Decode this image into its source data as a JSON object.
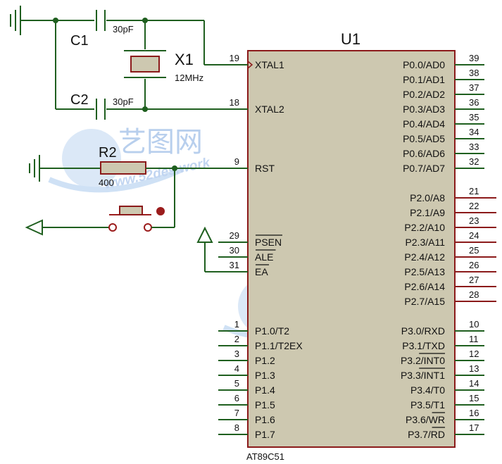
{
  "chip": {
    "ref": "U1",
    "part": "AT89C51",
    "fill": "#cdc8b0",
    "border": "#8b1a1a",
    "left_pins": [
      {
        "num": "19",
        "name": "XTAL1",
        "clock": true
      },
      {
        "num": "18",
        "name": "XTAL2"
      },
      {
        "num": "9",
        "name": "RST"
      },
      {
        "num": "29",
        "name": "PSEN",
        "overline": true
      },
      {
        "num": "30",
        "name": "ALE",
        "overline": true
      },
      {
        "num": "31",
        "name": "EA",
        "overline": true
      },
      {
        "num": "1",
        "name": "P1.0/T2"
      },
      {
        "num": "2",
        "name": "P1.1/T2EX"
      },
      {
        "num": "3",
        "name": "P1.2"
      },
      {
        "num": "4",
        "name": "P1.3"
      },
      {
        "num": "5",
        "name": "P1.4"
      },
      {
        "num": "6",
        "name": "P1.5"
      },
      {
        "num": "7",
        "name": "P1.6"
      },
      {
        "num": "8",
        "name": "P1.7"
      }
    ],
    "right_pins": [
      {
        "num": "39",
        "name": "P0.0/AD0"
      },
      {
        "num": "38",
        "name": "P0.1/AD1"
      },
      {
        "num": "37",
        "name": "P0.2/AD2"
      },
      {
        "num": "36",
        "name": "P0.3/AD3"
      },
      {
        "num": "35",
        "name": "P0.4/AD4"
      },
      {
        "num": "34",
        "name": "P0.5/AD5"
      },
      {
        "num": "33",
        "name": "P0.6/AD6"
      },
      {
        "num": "32",
        "name": "P0.7/AD7"
      },
      {
        "num": "21",
        "name": "P2.0/A8"
      },
      {
        "num": "22",
        "name": "P2.1/A9"
      },
      {
        "num": "23",
        "name": "P2.2/A10"
      },
      {
        "num": "24",
        "name": "P2.3/A11"
      },
      {
        "num": "25",
        "name": "P2.4/A12"
      },
      {
        "num": "26",
        "name": "P2.5/A13"
      },
      {
        "num": "27",
        "name": "P2.6/A14"
      },
      {
        "num": "28",
        "name": "P2.7/A15"
      },
      {
        "num": "10",
        "name": "P3.0/RXD"
      },
      {
        "num": "11",
        "name": "P3.1/TXD"
      },
      {
        "num": "12",
        "name": "P3.2/INT0",
        "ov": "INT0"
      },
      {
        "num": "13",
        "name": "P3.3/INT1",
        "ov": "INT1"
      },
      {
        "num": "14",
        "name": "P3.4/T0"
      },
      {
        "num": "15",
        "name": "P3.5/T1"
      },
      {
        "num": "16",
        "name": "P3.6/WR",
        "ov": "WR"
      },
      {
        "num": "17",
        "name": "P3.7/RD",
        "ov": "RD"
      }
    ]
  },
  "components": {
    "c1_ref": "C1",
    "c1_value": "30pF",
    "c2_ref": "C2",
    "c2_value": "30pF",
    "x1_ref": "X1",
    "x1_value": "12MHz",
    "r2_ref": "R2",
    "r2_value": "400"
  },
  "watermark": {
    "cn": "艺图网",
    "url": "www.52des.work"
  },
  "colors": {
    "wire": "#1f5f1f",
    "component_fill": "#cdc8b0",
    "component_border": "#8b1a1a"
  }
}
